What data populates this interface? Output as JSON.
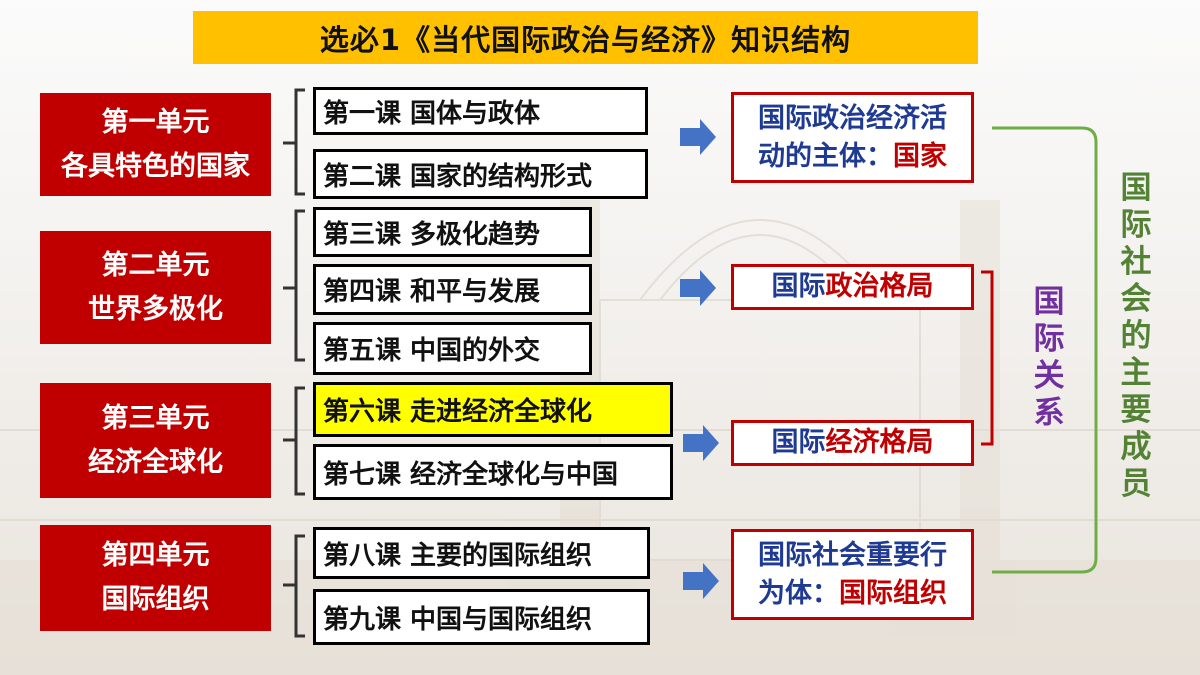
{
  "title": "选必1《当代国际政治与经济》知识结构",
  "units": [
    {
      "line1": "第一单元",
      "line2": "各具特色的国家"
    },
    {
      "line1": "第二单元",
      "line2": "世界多极化"
    },
    {
      "line1": "第三单元",
      "line2": "经济全球化"
    },
    {
      "line1": "第四单元",
      "line2": "国际组织"
    }
  ],
  "lessons": [
    "第一课 国体与政体",
    "第二课  国家的结构形式",
    "第三课 多极化趋势",
    "第四课  和平与发展",
    "第五课  中国的外交",
    "第六课 走进经济全球化",
    "第七课 经济全球化与中国",
    "第八课 主要的国际组织",
    "第九课 中国与国际组织"
  ],
  "results": {
    "r1": {
      "a": "国际政治经济活",
      "b": "动的主体：",
      "c": "国家"
    },
    "r2": {
      "a": "国际",
      "b": "政治格局"
    },
    "r3": {
      "a": "国际",
      "b": "经济格局"
    },
    "r4": {
      "a": "国际社会重要行",
      "b": "为体：",
      "c": "国际组织"
    }
  },
  "intl_relations": "国际关系",
  "main_members": "国际社会的主要成员",
  "colors": {
    "title_bg": "#ffc000",
    "unit_bg": "#c00000",
    "arrow": "#4472c4",
    "highlight": "#ffff00",
    "purple": "#7030a0",
    "green": "#548235"
  }
}
